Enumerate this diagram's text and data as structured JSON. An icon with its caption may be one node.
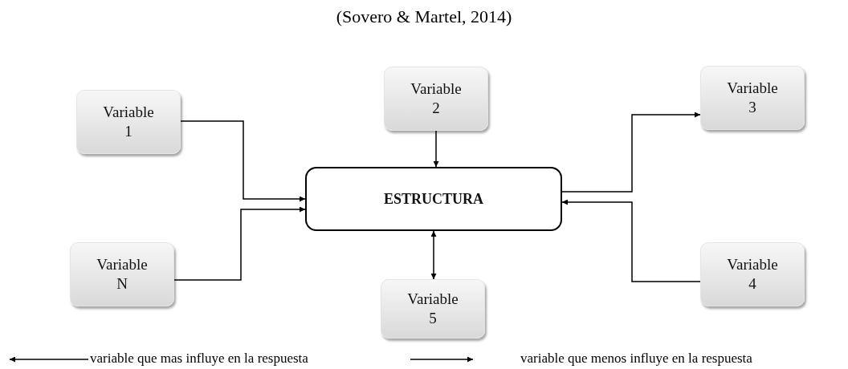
{
  "diagram": {
    "title": "(Sovero & Martel, 2014)",
    "nodes": [
      {
        "text": [
          "Variable 2"
        ]
      },
      {
        "text": [
          "Variable 3"
        ]
      },
      {
        "text": [
          "Variable 1"
        ]
      },
      {
        "text": [
          "ESTRUCTURA"
        ]
      },
      {
        "text": [
          "Variable N"
        ]
      },
      {
        "text": [
          "Variable 4"
        ]
      },
      {
        "text": [
          "Variable 5"
        ]
      }
    ],
    "edges": [
      {
        "from": 2,
        "to": 3,
        "arrow": "to"
      },
      {
        "from": 4,
        "to": 3,
        "arrow": "to"
      },
      {
        "from": 0,
        "to": 3,
        "arrow": "to"
      },
      {
        "from": 3,
        "to": 1,
        "arrow": "to"
      },
      {
        "from": 5,
        "to": 3,
        "arrow": "to"
      },
      {
        "from": 3,
        "to": 6,
        "arrow": "both"
      }
    ],
    "legend": [
      {
        "text": "variable que mas influye en la respuesta"
      },
      {
        "text": "variable que menos influye en la respuesta"
      }
    ]
  }
}
